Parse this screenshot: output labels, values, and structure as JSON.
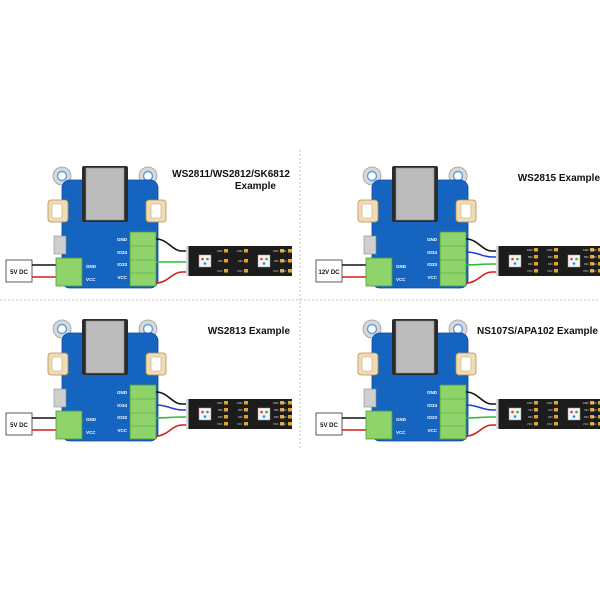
{
  "panels": [
    {
      "title_line1": "WS2811/WS2812/SK6812",
      "title_line2": "Example",
      "power_label": "5V DC",
      "board_pins": [
        "GND",
        "IO34",
        "IO33",
        "VCC"
      ],
      "power_pins": [
        "GND",
        "VCC"
      ],
      "strip_pad_labels": [
        "GND",
        "DIN",
        "VCC"
      ],
      "wires": [
        "black",
        "green",
        "red"
      ],
      "wire_colors": {
        "black": "#111111",
        "blue": "#1f3fd6",
        "green": "#2fbf2f",
        "red": "#d21f1f"
      }
    },
    {
      "title_line1": "WS2815 Example",
      "title_line2": "",
      "power_label": "12V DC",
      "board_pins": [
        "GND",
        "IO34",
        "IO33",
        "VCC"
      ],
      "power_pins": [
        "GND",
        "VCC"
      ],
      "strip_pad_labels": [
        "GND",
        "BIN",
        "DIN",
        "VCC"
      ],
      "wires": [
        "black",
        "blue",
        "green",
        "red"
      ],
      "wire_colors": {
        "black": "#111111",
        "blue": "#1f3fd6",
        "green": "#2fbf2f",
        "red": "#d21f1f"
      }
    },
    {
      "title_line1": "WS2813 Example",
      "title_line2": "",
      "power_label": "5V DC",
      "board_pins": [
        "GND",
        "IO34",
        "IO33",
        "VCC"
      ],
      "power_pins": [
        "GND",
        "VCC"
      ],
      "strip_pad_labels": [
        "GND",
        "BIN",
        "DIN",
        "VCC"
      ],
      "wires": [
        "black",
        "blue",
        "green",
        "red"
      ],
      "wire_colors": {
        "black": "#111111",
        "blue": "#1f3fd6",
        "green": "#2fbf2f",
        "red": "#d21f1f"
      }
    },
    {
      "title_line1": "NS107S/APA102 Example",
      "title_line2": "",
      "power_label": "5V DC",
      "board_pins": [
        "GND",
        "IO34",
        "IO33",
        "VCC"
      ],
      "power_pins": [
        "GND",
        "VCC"
      ],
      "strip_pad_labels": [
        "GND",
        "CIN",
        "DIN",
        "VCC"
      ],
      "wires": [
        "black",
        "blue",
        "green",
        "red"
      ],
      "wire_colors": {
        "black": "#111111",
        "blue": "#1f3fd6",
        "green": "#2fbf2f",
        "red": "#d21f1f"
      }
    }
  ],
  "colors": {
    "board_blue": "#1565c0",
    "terminal_green": "#8fd46a",
    "strip_black": "#1c1c1c",
    "pad_gold": "#e0a52c",
    "divider": "#bdbdbd"
  }
}
